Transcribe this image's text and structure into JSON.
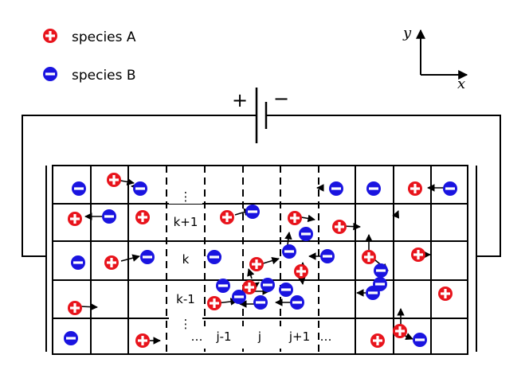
{
  "legend": {
    "species_a": {
      "label": "species A",
      "color": "#e8141c"
    },
    "species_b": {
      "label": "species B",
      "color": "#1a14e0"
    }
  },
  "axes": {
    "y_label": "y",
    "x_label": "x"
  },
  "battery": {
    "plus": "+",
    "minus": "−"
  },
  "grid": {
    "row_labels": [
      "⋮",
      "k+1",
      "k",
      "k-1",
      "⋮"
    ],
    "col_labels": [
      "…",
      "j-1",
      "j",
      "j+1",
      "…"
    ]
  },
  "icon_names": {
    "species_a": "plus-circle-icon",
    "species_b": "minus-circle-icon",
    "arrow": "arrow-icon"
  }
}
